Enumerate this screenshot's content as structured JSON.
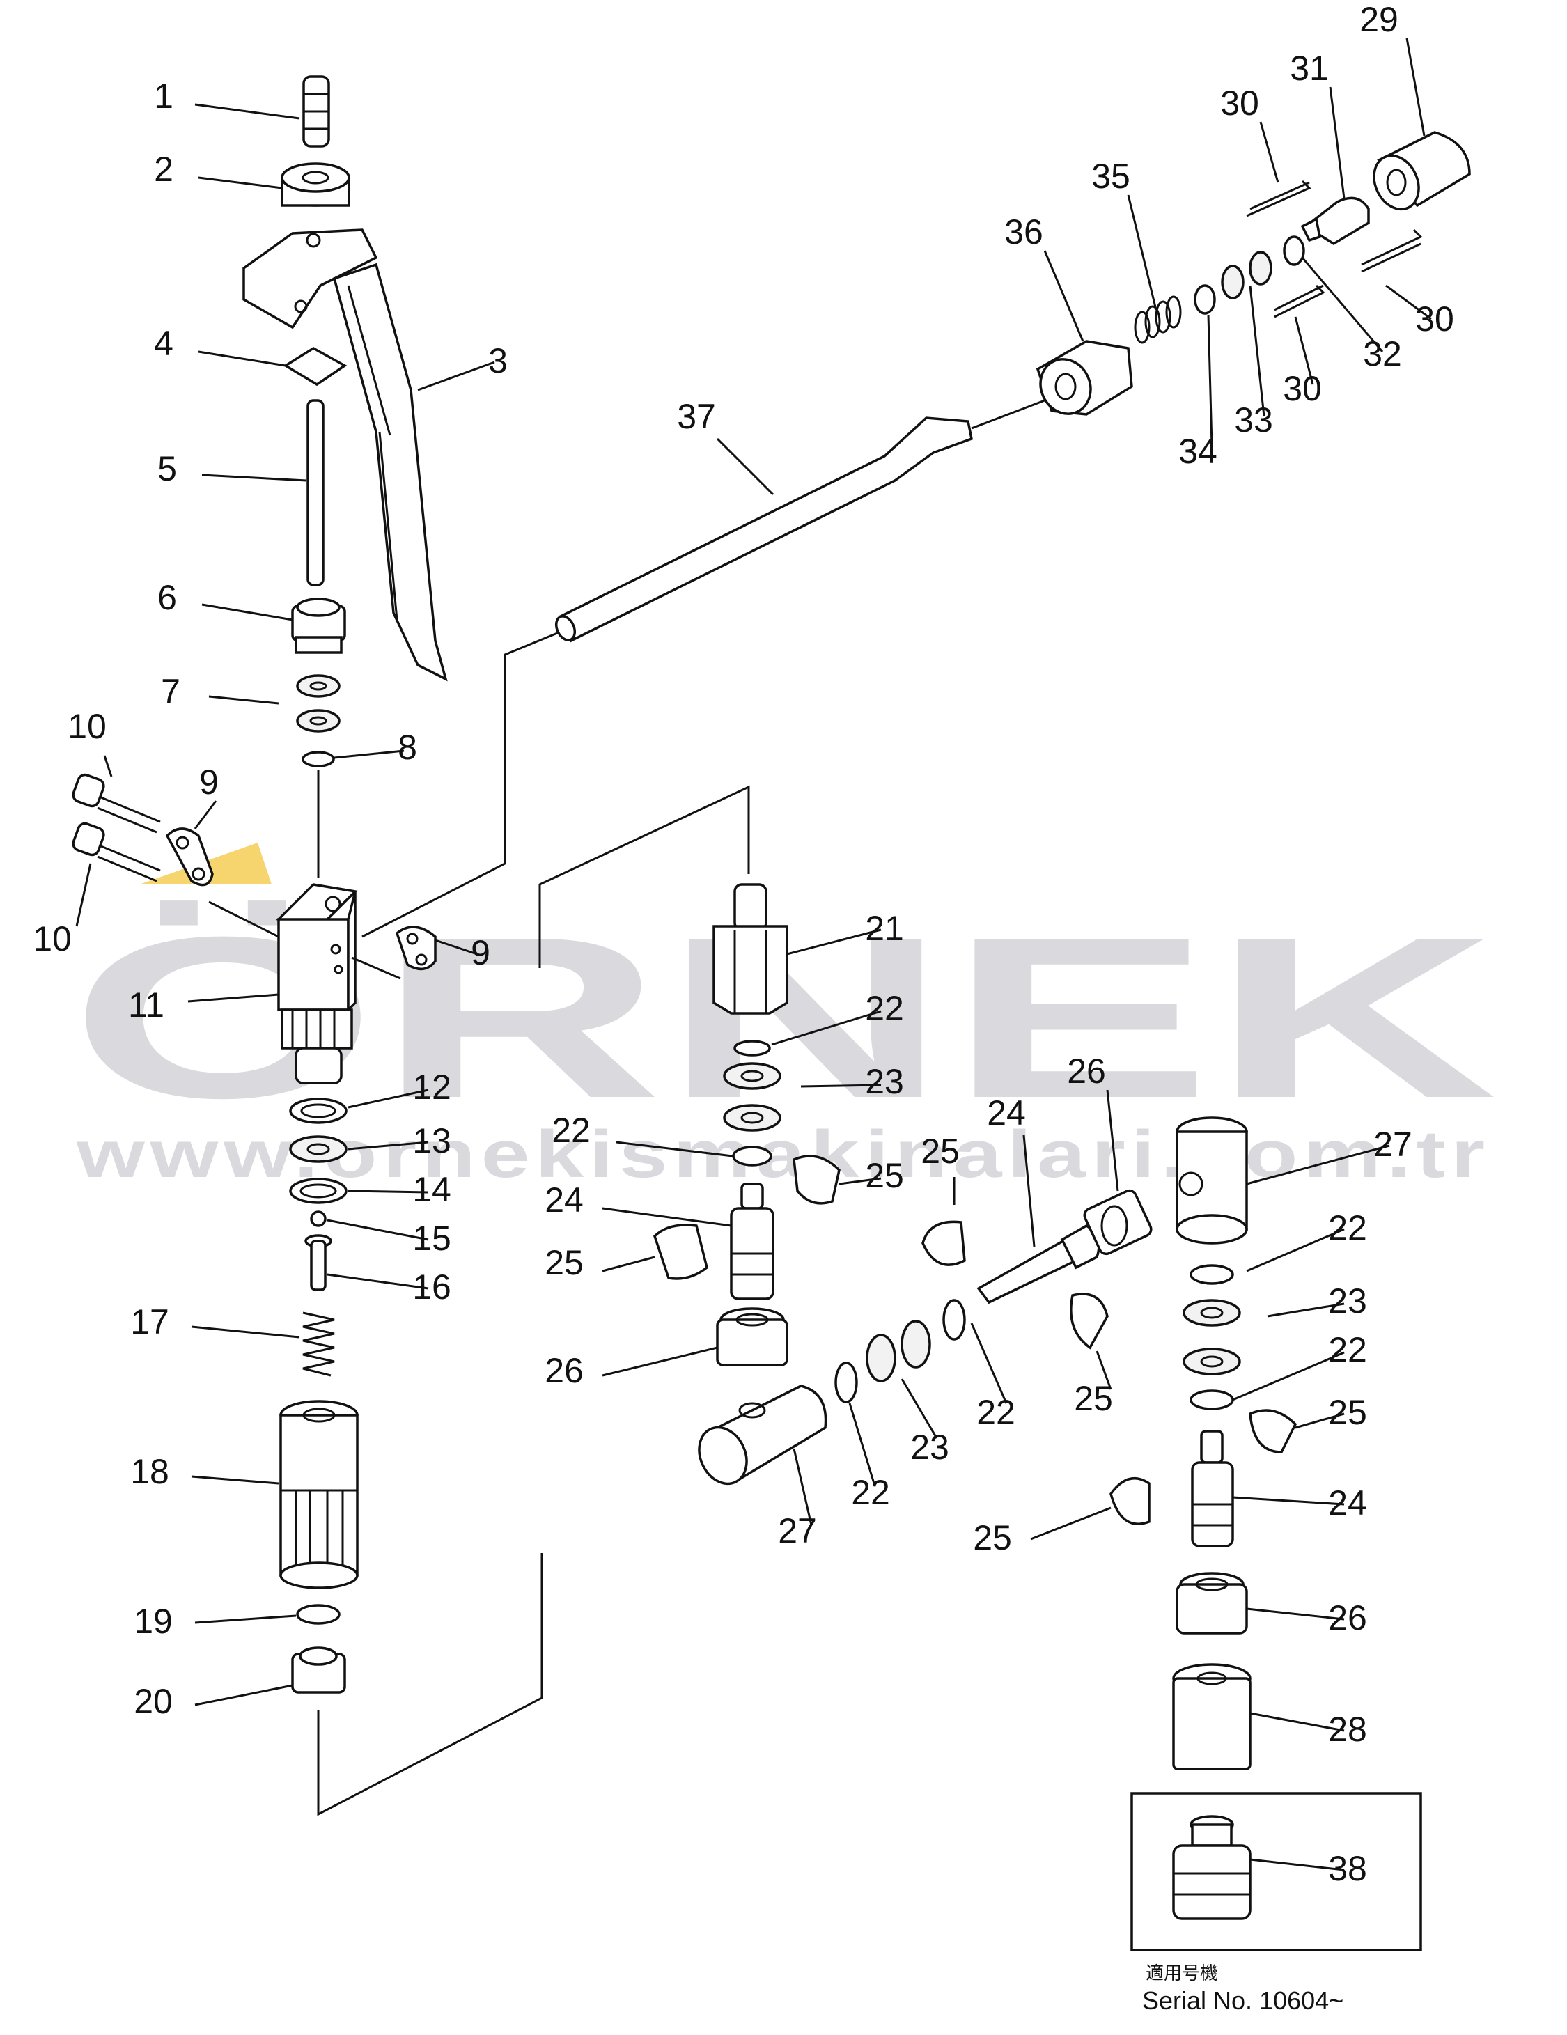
{
  "watermark": {
    "brand": "ÖRNEK",
    "url": "www.ornekismakinalari.com.tr"
  },
  "colors": {
    "ink": "#111111",
    "watermark": "#d9d9de",
    "accent": "#f2c230"
  },
  "serial": {
    "jp_label": "適用号機",
    "text": "Serial No. 10604~"
  },
  "parts": [
    {
      "num": "1"
    },
    {
      "num": "2"
    },
    {
      "num": "3"
    },
    {
      "num": "4"
    },
    {
      "num": "5"
    },
    {
      "num": "6"
    },
    {
      "num": "7"
    },
    {
      "num": "8"
    },
    {
      "num": "9"
    },
    {
      "num": "9"
    },
    {
      "num": "10"
    },
    {
      "num": "10"
    },
    {
      "num": "11"
    },
    {
      "num": "12"
    },
    {
      "num": "13"
    },
    {
      "num": "14"
    },
    {
      "num": "15"
    },
    {
      "num": "16"
    },
    {
      "num": "17"
    },
    {
      "num": "18"
    },
    {
      "num": "19"
    },
    {
      "num": "20"
    },
    {
      "num": "21"
    },
    {
      "num": "22"
    },
    {
      "num": "23"
    },
    {
      "num": "22"
    },
    {
      "num": "24"
    },
    {
      "num": "25"
    },
    {
      "num": "25"
    },
    {
      "num": "26"
    },
    {
      "num": "27"
    },
    {
      "num": "22"
    },
    {
      "num": "23"
    },
    {
      "num": "22"
    },
    {
      "num": "25"
    },
    {
      "num": "24"
    },
    {
      "num": "26"
    },
    {
      "num": "25"
    },
    {
      "num": "27"
    },
    {
      "num": "22"
    },
    {
      "num": "23"
    },
    {
      "num": "22"
    },
    {
      "num": "25"
    },
    {
      "num": "24"
    },
    {
      "num": "25"
    },
    {
      "num": "26"
    },
    {
      "num": "28"
    },
    {
      "num": "38"
    },
    {
      "num": "29"
    },
    {
      "num": "31"
    },
    {
      "num": "30"
    },
    {
      "num": "35"
    },
    {
      "num": "36"
    },
    {
      "num": "30"
    },
    {
      "num": "32"
    },
    {
      "num": "30"
    },
    {
      "num": "33"
    },
    {
      "num": "34"
    },
    {
      "num": "37"
    }
  ]
}
